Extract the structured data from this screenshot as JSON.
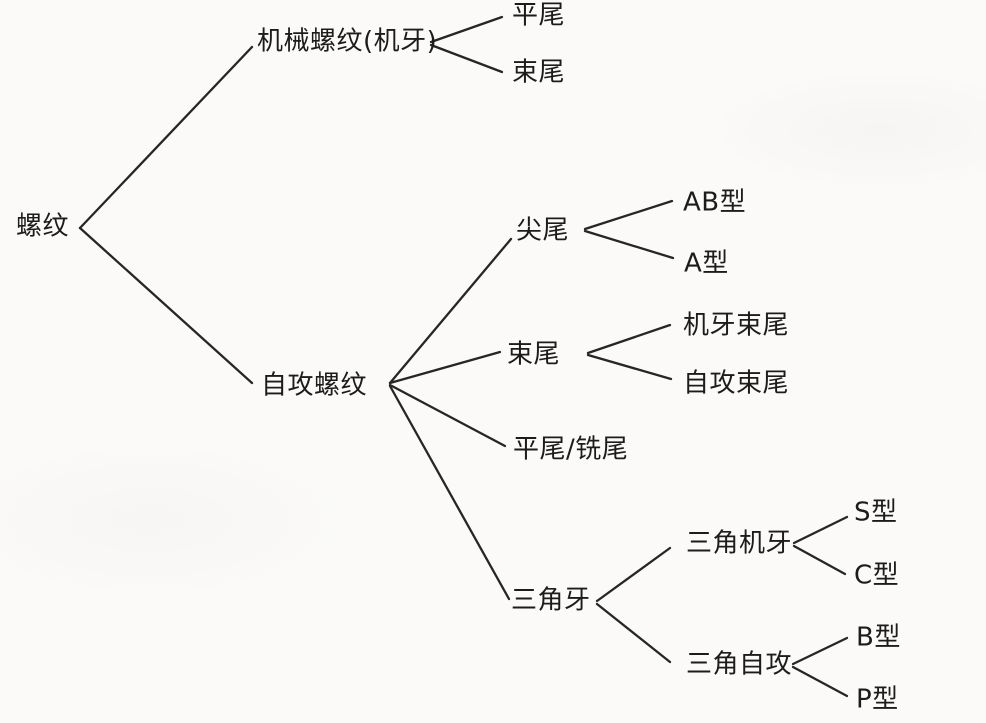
{
  "diagram": {
    "type": "tree",
    "orientation": "left-to-right",
    "colors": {
      "background": "#fbfaf8",
      "text": "#1c1c1c",
      "line": "#262626"
    },
    "tree": {
      "label": "螺纹",
      "children": [
        {
          "label": "机械螺纹(机牙)",
          "children": [
            {
              "label": "平尾"
            },
            {
              "label": "束尾"
            }
          ]
        },
        {
          "label": "自攻螺纹",
          "children": [
            {
              "label": "尖尾",
              "children": [
                {
                  "label": "AB型"
                },
                {
                  "label": "A型"
                }
              ]
            },
            {
              "label": "束尾",
              "children": [
                {
                  "label": "机牙束尾"
                },
                {
                  "label": "自攻束尾"
                }
              ]
            },
            {
              "label": "平尾/铣尾"
            },
            {
              "label": "三角牙",
              "children": [
                {
                  "label": "三角机牙",
                  "children": [
                    {
                      "label": "S型"
                    },
                    {
                      "label": "C型"
                    }
                  ]
                },
                {
                  "label": "三角自攻",
                  "children": [
                    {
                      "label": "B型"
                    },
                    {
                      "label": "P型"
                    }
                  ]
                }
              ]
            }
          ]
        }
      ]
    }
  }
}
